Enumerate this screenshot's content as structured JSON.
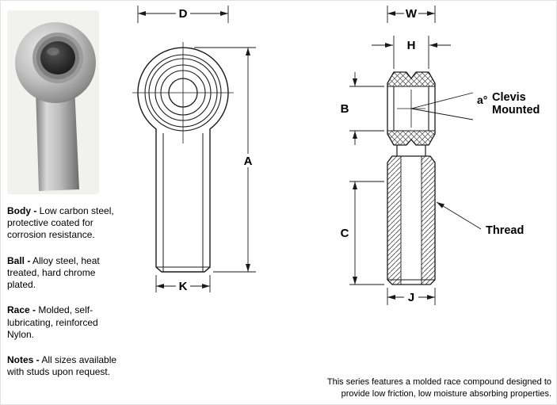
{
  "colors": {
    "line": "#1a1a1a",
    "text": "#000000",
    "background": "#ffffff"
  },
  "materials": [
    {
      "label": "Body -",
      "text": " Low carbon steel, protective coated for corrosion resistance."
    },
    {
      "label": "Ball -",
      "text": " Alloy steel, heat treated, hard chrome plated."
    },
    {
      "label": "Race -",
      "text": " Molded, self-lubricating, reinforced Nylon."
    },
    {
      "label": "Notes -",
      "text": " All sizes available with studs upon request."
    }
  ],
  "front_view": {
    "dims": {
      "d": "D",
      "a": "A",
      "k": "K"
    }
  },
  "side_view": {
    "dims": {
      "w": "W",
      "h": "H",
      "b": "B",
      "c": "C",
      "j": "J",
      "angle": "a°"
    },
    "labels": {
      "clevis_line1": "Clevis",
      "clevis_line2": "Mounted",
      "thread": "Thread"
    }
  },
  "footer": {
    "line1": "This series features a molded race compound designed to",
    "line2": "provide low friction, low moisture absorbing properties."
  }
}
